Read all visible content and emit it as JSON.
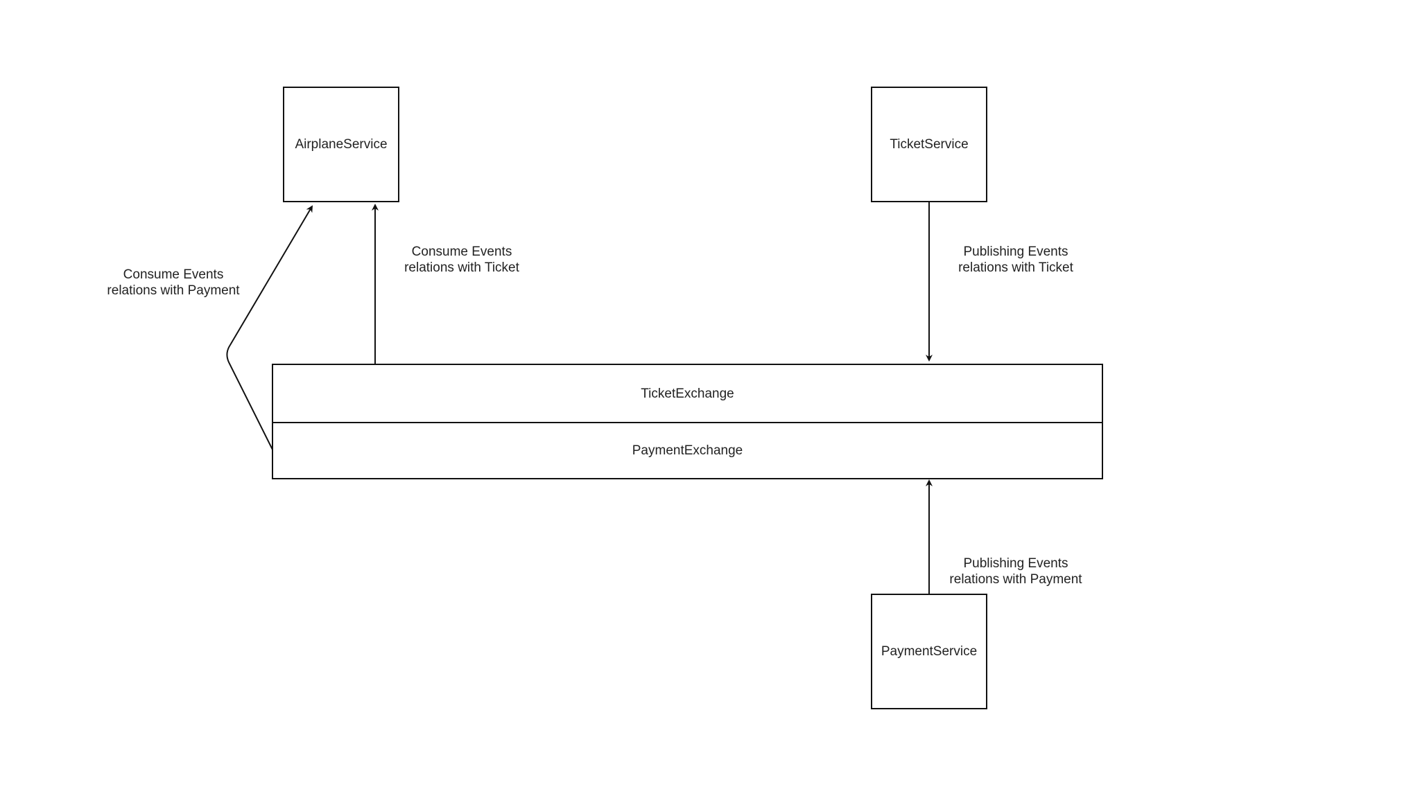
{
  "nodes": {
    "airplane_service": "AirplaneService",
    "ticket_service": "TicketService",
    "payment_service": "PaymentService"
  },
  "exchange": {
    "ticket": "TicketExchange",
    "payment": "PaymentExchange"
  },
  "edges": {
    "consume_payment": {
      "line1": "Consume Events",
      "line2": "relations with Payment"
    },
    "consume_ticket": {
      "line1": "Consume Events",
      "line2": "relations with Ticket"
    },
    "publish_ticket": {
      "line1": "Publishing Events",
      "line2": "relations with Ticket"
    },
    "publish_payment": {
      "line1": "Publishing Events",
      "line2": "relations with Payment"
    }
  },
  "colors": {
    "stroke": "#111111",
    "background": "#ffffff"
  }
}
